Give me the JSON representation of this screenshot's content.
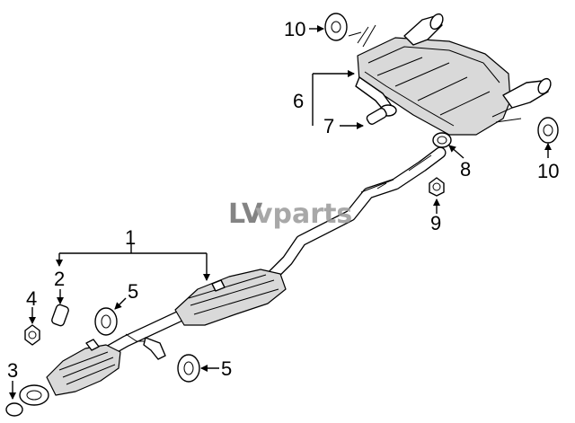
{
  "watermark": {
    "prefix": "LV",
    "text": "vparts"
  },
  "callouts": [
    {
      "id": "c1",
      "label": "1"
    },
    {
      "id": "c2",
      "label": "2"
    },
    {
      "id": "c3",
      "label": "3"
    },
    {
      "id": "c4",
      "label": "4"
    },
    {
      "id": "c5a",
      "label": "5"
    },
    {
      "id": "c5b",
      "label": "5"
    },
    {
      "id": "c6",
      "label": "6"
    },
    {
      "id": "c7",
      "label": "7"
    },
    {
      "id": "c8",
      "label": "8"
    },
    {
      "id": "c9",
      "label": "9"
    },
    {
      "id": "c10a",
      "label": "10"
    },
    {
      "id": "c10b",
      "label": "10"
    }
  ]
}
